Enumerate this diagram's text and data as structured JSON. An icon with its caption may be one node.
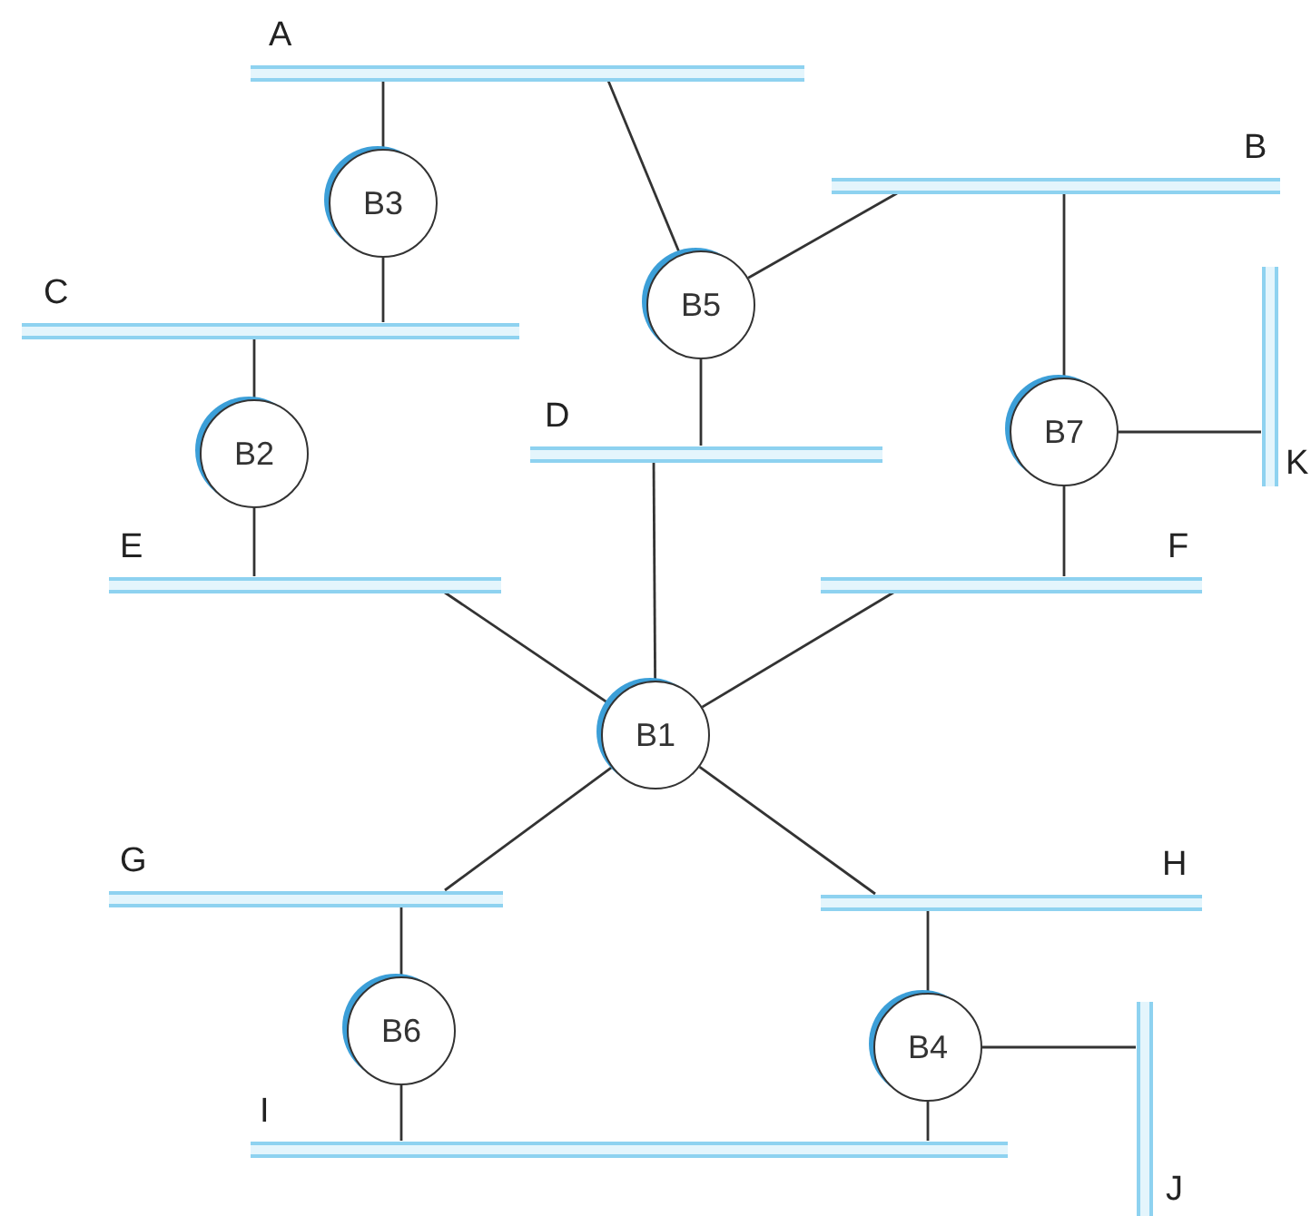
{
  "diagram": {
    "nodes": [
      {
        "text": [
          "A"
        ]
      },
      {
        "text": [
          "B3"
        ]
      },
      {
        "text": [
          "B"
        ]
      },
      {
        "text": [
          "C"
        ]
      },
      {
        "text": [
          "B5"
        ]
      },
      {
        "text": [
          "B2"
        ]
      },
      {
        "text": [
          "D"
        ]
      },
      {
        "text": [
          "B7"
        ]
      },
      {
        "text": [
          "K"
        ]
      },
      {
        "text": [
          "E"
        ]
      },
      {
        "text": [
          "F"
        ]
      },
      {
        "text": [
          "B1"
        ]
      },
      {
        "text": [
          "G"
        ]
      },
      {
        "text": [
          "H"
        ]
      },
      {
        "text": [
          "B6"
        ]
      },
      {
        "text": [
          "B4"
        ]
      },
      {
        "text": [
          "J"
        ]
      },
      {
        "text": [
          "I"
        ]
      }
    ],
    "edges": [
      {
        "from": 0,
        "to": 1,
        "arrow": "none"
      },
      {
        "from": 1,
        "to": 3,
        "arrow": "none"
      },
      {
        "from": 0,
        "to": 4,
        "arrow": "none"
      },
      {
        "from": 4,
        "to": 2,
        "arrow": "none"
      },
      {
        "from": 4,
        "to": 6,
        "arrow": "none"
      },
      {
        "from": 3,
        "to": 5,
        "arrow": "none"
      },
      {
        "from": 5,
        "to": 9,
        "arrow": "none"
      },
      {
        "from": 2,
        "to": 7,
        "arrow": "none"
      },
      {
        "from": 7,
        "to": 8,
        "arrow": "none"
      },
      {
        "from": 7,
        "to": 10,
        "arrow": "none"
      },
      {
        "from": 9,
        "to": 11,
        "arrow": "none"
      },
      {
        "from": 6,
        "to": 11,
        "arrow": "none"
      },
      {
        "from": 10,
        "to": 11,
        "arrow": "none"
      },
      {
        "from": 11,
        "to": 12,
        "arrow": "none"
      },
      {
        "from": 11,
        "to": 13,
        "arrow": "none"
      },
      {
        "from": 12,
        "to": 14,
        "arrow": "none"
      },
      {
        "from": 14,
        "to": 17,
        "arrow": "none"
      },
      {
        "from": 13,
        "to": 15,
        "arrow": "none"
      },
      {
        "from": 15,
        "to": 17,
        "arrow": "none"
      },
      {
        "from": 15,
        "to": 16,
        "arrow": "none"
      }
    ]
  }
}
